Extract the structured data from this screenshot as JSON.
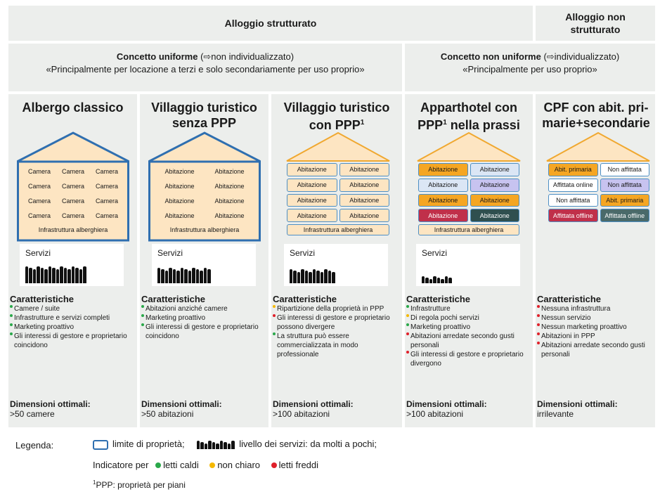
{
  "header": {
    "structured": "Alloggio strutturato",
    "unstructured": "Alloggio non strutturato"
  },
  "concepts": {
    "uniform_bold": "Concetto uniforme",
    "uniform_rest": " (⇨non individualizzato)",
    "uniform_sub": "«Principalmente per locazione a terzi e solo secondariamente per uso proprio»",
    "nonuniform_bold": "Concetto non uniforme",
    "nonuniform_rest": " (⇨individualizzato)",
    "nonuniform_sub": "«Principalmente per uso proprio»"
  },
  "columns": [
    {
      "title": "Albergo classico",
      "cells": [
        "Camera",
        "Camera",
        "Camera",
        "Camera",
        "Camera",
        "Camera",
        "Camera",
        "Camera",
        "Camera",
        "Camera",
        "Camera",
        "Camera"
      ],
      "infra": "Infrastruttura alberghiera",
      "services": "Servizi",
      "char_title": "Caratteristiche",
      "bullets": [
        {
          "text": "Camere / suite",
          "color": "green"
        },
        {
          "text": "Infrastrutture e servizi completi",
          "color": "green"
        },
        {
          "text": "Marketing proattivo",
          "color": "green"
        },
        {
          "text": "Gli interessi di gestore e proprietario coincidono",
          "color": "green"
        }
      ],
      "dim_title": "Dimensioni ottimali:",
      "dim_value": ">50 camere"
    },
    {
      "title": "Villaggio turistico senza PPP",
      "cells": [
        "Abitazione",
        "Abitazione",
        "Abitazione",
        "Abitazione",
        "Abitazione",
        "Abitazione",
        "Abitazione",
        "Abitazione"
      ],
      "infra": "Infrastruttura alberghiera",
      "services": "Servizi",
      "char_title": "Caratteristiche",
      "bullets": [
        {
          "text": "Abitazioni anziché camere",
          "color": "green"
        },
        {
          "text": "Marketing proattivo",
          "color": "green"
        },
        {
          "text": "Gli interessi di gestore e proprietario coincidono",
          "color": "green"
        }
      ],
      "dim_title": "Dimensioni ottimali:",
      "dim_value": ">50 abitazioni"
    },
    {
      "title": "Villaggio turistico con PPP",
      "title_sup": "1",
      "cells": [
        "Abitazione",
        "Abitazione",
        "Abitazione",
        "Abitazione",
        "Abitazione",
        "Abitazione",
        "Abitazione",
        "Abitazione"
      ],
      "infra": "Infrastruttura alberghiera",
      "services": "Servizi",
      "char_title": "Caratteristiche",
      "bullets": [
        {
          "text": "Ripartizione della proprietà in PPP",
          "color": "yellow"
        },
        {
          "text": "Gli interessi di gestore e proprietario possono divergere",
          "color": "red"
        },
        {
          "text": "La struttura può essere commercializzata in modo professionale",
          "color": "green"
        }
      ],
      "dim_title": "Dimensioni ottimali:",
      "dim_value": ">100 abitazioni"
    },
    {
      "title": "Apparthotel con PPP",
      "title_sup": "1",
      "title_tail": " nella prassi",
      "cells": [
        "Abitazione",
        "Abitazione",
        "Abitazione",
        "Abitazione",
        "Abitazione",
        "Abitazione",
        "Abitazione",
        "Abitazione"
      ],
      "cell_colors": [
        "#f5a623",
        "#dbe6f5",
        "#dbe6f5",
        "#c7c3f0",
        "#f5a623",
        "#f5a623",
        "#c0304a",
        "#2f4f4f"
      ],
      "infra": "Infrastruttura alberghiera",
      "services": "Servizi",
      "char_title": "Caratteristiche",
      "bullets": [
        {
          "text": "Infrastrutture",
          "color": "green"
        },
        {
          "text": "Di regola pochi servizi",
          "color": "yellow"
        },
        {
          "text": "Marketing proattivo",
          "color": "green"
        },
        {
          "text": "Abitazioni arredate secondo gusti personali",
          "color": "red"
        },
        {
          "text": "Gli interessi di gestore e proprietario divergono",
          "color": "red"
        }
      ],
      "dim_title": "Dimensioni ottimali:",
      "dim_value": ">100 abitazioni"
    },
    {
      "title": "CPF con abit. pri-marie+secondarie",
      "cells": [
        "Abit. primaria",
        "Non affittata",
        "Affittata online",
        "Non affittata",
        "Non affittata",
        "Abit. primaria",
        "Affittata offline",
        "Affittata offline"
      ],
      "cell_colors": [
        "#f5a623",
        "#ffffff",
        "#ffffff",
        "#c7c3f0",
        "#ffffff",
        "#f5a623",
        "#c0304a",
        "#4a6a6a"
      ],
      "char_title": "Caratteristiche",
      "bullets": [
        {
          "text": "Nessuna infrastruttura",
          "color": "red"
        },
        {
          "text": "Nessun servizio",
          "color": "red"
        },
        {
          "text": "Nessun marketing proattivo",
          "color": "red"
        },
        {
          "text": "Abitazioni in PPP",
          "color": "red"
        },
        {
          "text": "Abitazioni arredate secondo gusti personali",
          "color": "red"
        }
      ],
      "dim_title": "Dimensioni ottimali:",
      "dim_value": "irrilevante"
    }
  ],
  "legend": {
    "label": "Legenda:",
    "boundary": "limite di proprietà;",
    "services_level": "livello dei servizi: da molti a pochi;",
    "indicator": "Indicatore per",
    "hot": "letti caldi",
    "unclear": "non chiaro",
    "cold": "letti freddi",
    "footnote_sup": "1",
    "footnote": "PPP: proprietà per piani"
  },
  "colors": {
    "green": "#2aa84a",
    "yellow": "#f5b800",
    "red": "#e0202a",
    "boundary_blue": "#2f6fb0",
    "roof_orange": "#f0a830",
    "fill_peach": "#fde5c2"
  }
}
